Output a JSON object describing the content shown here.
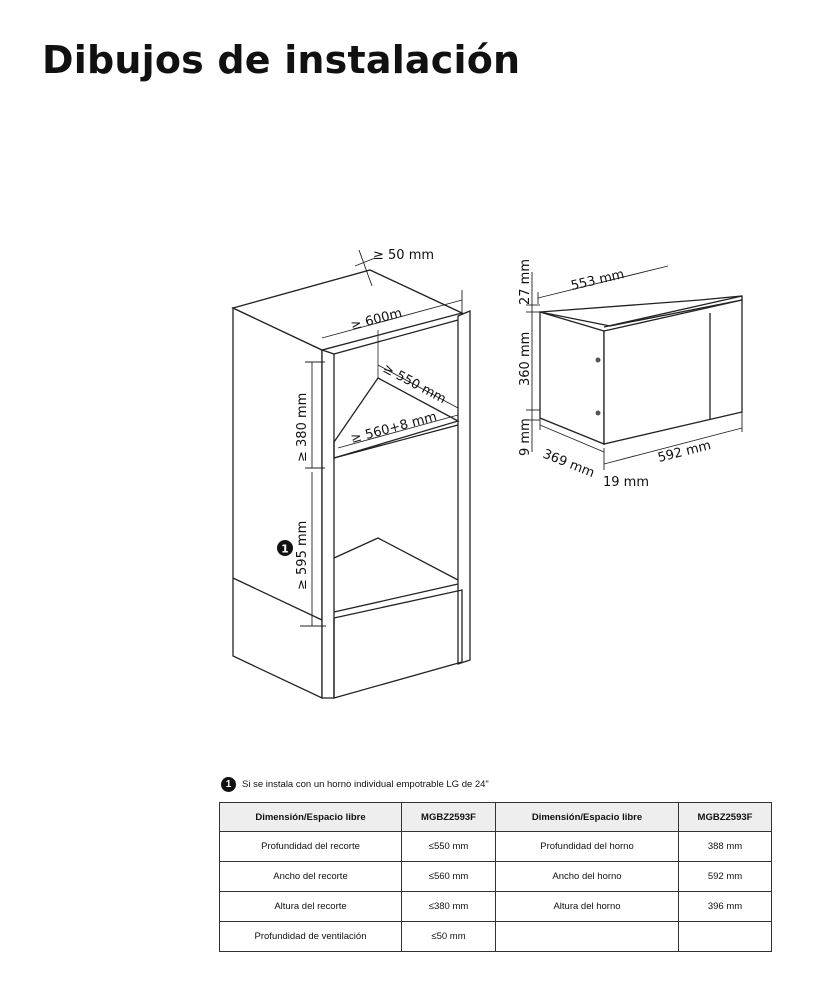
{
  "title": "Dibujos de instalación",
  "cabinet_labels": {
    "top_gap": "≥ 50 mm",
    "depth_total": "≥ 600m",
    "cutout_depth": "≥ 550 mm",
    "cutout_width": "≥ 560+8 mm",
    "cutout_height": "≥ 380 mm",
    "lower_height": "≥ 595 mm",
    "marker": "1"
  },
  "oven_labels": {
    "top_depth": "553 mm",
    "top_height": "27 mm",
    "body_height": "360 mm",
    "bottom_height": "9 mm",
    "side_depth": "369 mm",
    "front_width": "592 mm",
    "front_thickness": "19 mm"
  },
  "note": {
    "marker": "1",
    "text": "Si se instala con un horno individual empotrable LG de 24”"
  },
  "table": {
    "headers": [
      "Dimensión/Espacio libre",
      "MGBZ2593F",
      "Dimensión/Espacio libre",
      "MGBZ2593F"
    ],
    "rows": [
      [
        "Profundidad del recorte",
        "≤550 mm",
        "Profundidad del horno",
        "388 mm"
      ],
      [
        "Ancho del recorte",
        "≤560 mm",
        "Ancho del horno",
        "592 mm"
      ],
      [
        "Altura del recorte",
        "≤380 mm",
        "Altura del horno",
        "396 mm"
      ],
      [
        "Profundidad de ventilación",
        "≤50 mm",
        "",
        ""
      ]
    ]
  }
}
